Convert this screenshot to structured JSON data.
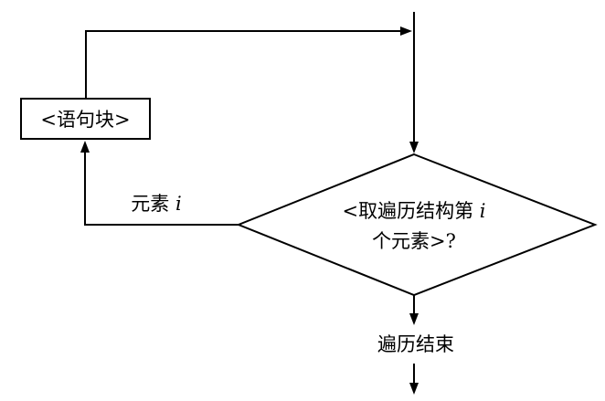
{
  "diagram": {
    "type": "flowchart",
    "background_color": "#ffffff",
    "line_color": "#000000",
    "statement_box": {
      "label": "<语句块>"
    },
    "decision": {
      "line1_prefix": "<取遍历结构第 ",
      "line1_var": "i",
      "line2": "个元素>?"
    },
    "loop_label": {
      "prefix": "元素 ",
      "var": "i"
    },
    "end_label": "遍历结束"
  }
}
